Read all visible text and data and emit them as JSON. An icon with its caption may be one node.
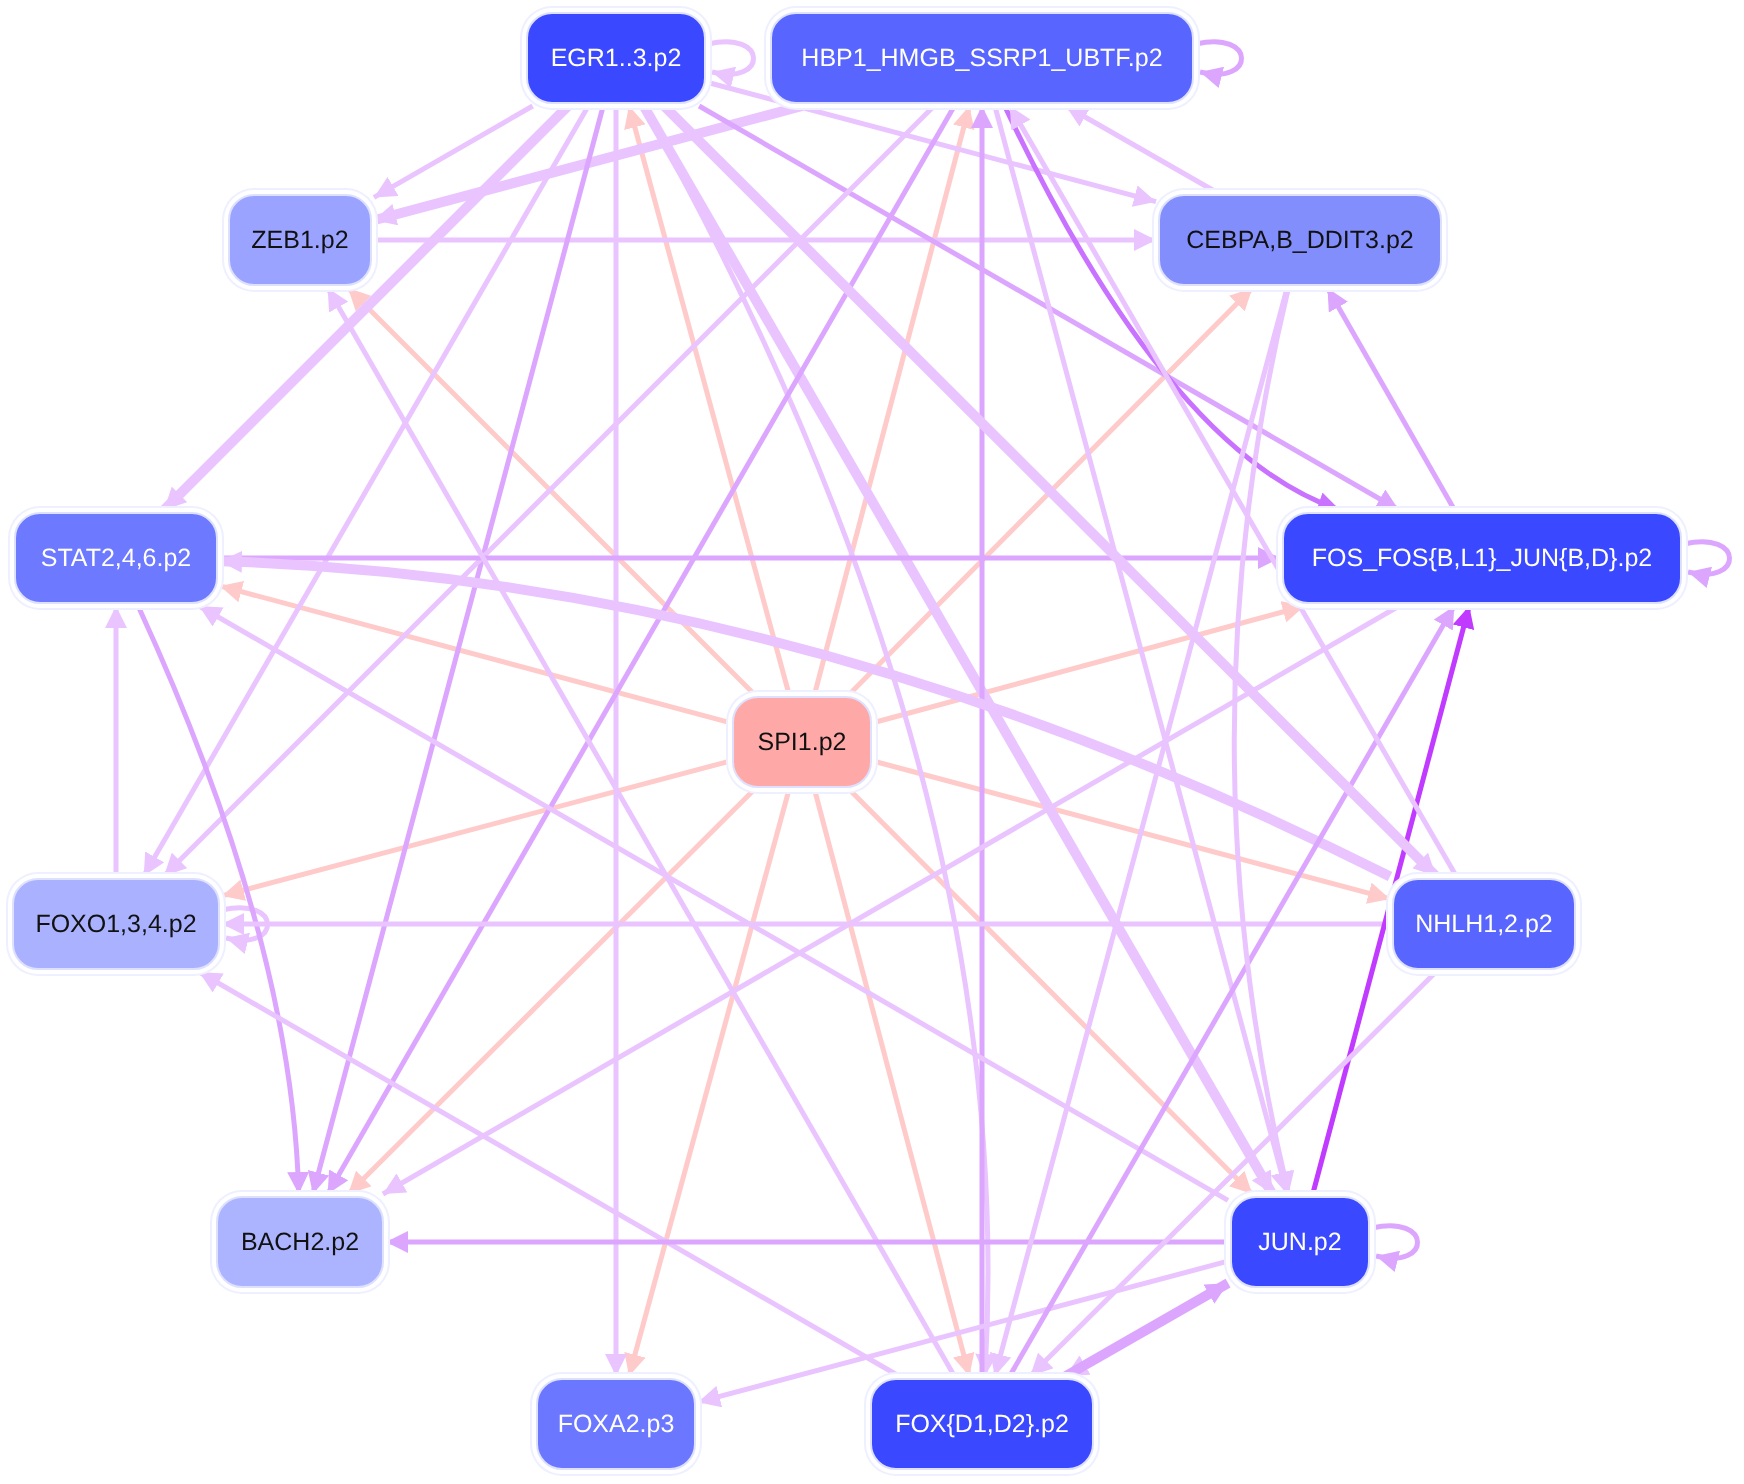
{
  "diagram": {
    "nodes": [
      {
        "text": [
          "EGR1..3.p2"
        ]
      },
      {
        "text": [
          "HBP1_HMGB_SSRP1_UBTF.p2"
        ]
      },
      {
        "text": [
          "ZEB1.p2"
        ]
      },
      {
        "text": [
          "CEBPA,B_DDIT3.p2"
        ]
      },
      {
        "text": [
          "STAT2,4,6.p2"
        ]
      },
      {
        "text": [
          "FOS_FOS{B,L1}_JUN{B,D}.p2"
        ]
      },
      {
        "text": [
          "SPI1.p2"
        ]
      },
      {
        "text": [
          "FOXO1,3,4.p2"
        ]
      },
      {
        "text": [
          "NHLH1,2.p2"
        ]
      },
      {
        "text": [
          "BACH2.p2"
        ]
      },
      {
        "text": [
          "JUN.p2"
        ]
      },
      {
        "text": [
          "FOXA2.p3"
        ]
      },
      {
        "text": [
          "FOX{D1,D2}.p2"
        ]
      }
    ],
    "edges": [
      {
        "from": 6,
        "to": 2,
        "arrow": "to",
        "color": "#ffcaca"
      },
      {
        "from": 6,
        "to": 0,
        "arrow": "to",
        "color": "#ffcaca"
      },
      {
        "from": 6,
        "to": 1,
        "arrow": "to",
        "color": "#ffcaca"
      },
      {
        "from": 6,
        "to": 3,
        "arrow": "to",
        "color": "#ffcaca"
      },
      {
        "from": 6,
        "to": 4,
        "arrow": "to",
        "color": "#ffcaca"
      },
      {
        "from": 6,
        "to": 5,
        "arrow": "to",
        "color": "#ffcaca"
      },
      {
        "from": 6,
        "to": 7,
        "arrow": "to",
        "color": "#ffcaca"
      },
      {
        "from": 6,
        "to": 8,
        "arrow": "to",
        "color": "#ffcaca"
      },
      {
        "from": 6,
        "to": 9,
        "arrow": "to",
        "color": "#ffcaca"
      },
      {
        "from": 6,
        "to": 10,
        "arrow": "to",
        "color": "#ffcaca"
      },
      {
        "from": 6,
        "to": 11,
        "arrow": "to",
        "color": "#ffcaca"
      },
      {
        "from": 6,
        "to": 12,
        "arrow": "to",
        "color": "#ffcaca"
      },
      {
        "from": 0,
        "to": 0,
        "arrow": "to"
      },
      {
        "from": 1,
        "to": 1,
        "arrow": "to",
        "color": "#dca6ff"
      },
      {
        "from": 5,
        "to": 5,
        "arrow": "to",
        "color": "#dca6ff"
      },
      {
        "from": 7,
        "to": 7,
        "arrow": "to"
      },
      {
        "from": 10,
        "to": 10,
        "arrow": "to",
        "color": "#dca6ff"
      },
      {
        "from": 0,
        "to": 2,
        "arrow": "to"
      },
      {
        "from": 1,
        "to": 2,
        "arrow": "to",
        "style": "thick"
      },
      {
        "from": 2,
        "to": 3,
        "arrow": "to"
      },
      {
        "from": 0,
        "to": 4,
        "arrow": "to",
        "style": "thick"
      },
      {
        "from": 0,
        "to": 3,
        "arrow": "to"
      },
      {
        "from": 0,
        "to": 5,
        "arrow": "to",
        "color": "#dca6ff"
      },
      {
        "from": 0,
        "to": 7,
        "arrow": "to"
      },
      {
        "from": 0,
        "to": 9,
        "arrow": "to",
        "color": "#dca6ff"
      },
      {
        "from": 0,
        "to": 11,
        "arrow": "to"
      },
      {
        "from": 0,
        "to": 10,
        "arrow": "to",
        "style": "thick"
      },
      {
        "from": 0,
        "to": 12,
        "arrow": "to"
      },
      {
        "from": 1,
        "to": 5,
        "arrow": "to",
        "color": "#c872ff"
      },
      {
        "from": 3,
        "to": 1,
        "arrow": "to"
      },
      {
        "from": 5,
        "to": 3,
        "arrow": "to",
        "color": "#dca6ff"
      },
      {
        "from": 1,
        "to": 7,
        "arrow": "to"
      },
      {
        "from": 1,
        "to": 9,
        "arrow": "to",
        "color": "#dca6ff"
      },
      {
        "from": 12,
        "to": 1,
        "arrow": "to",
        "color": "#dca6ff"
      },
      {
        "from": 1,
        "to": 10,
        "arrow": "to"
      },
      {
        "from": 4,
        "to": 5,
        "arrow": "to",
        "color": "#dca6ff"
      },
      {
        "from": 8,
        "to": 4,
        "arrow": "to",
        "style": "thick"
      },
      {
        "from": 7,
        "to": 4,
        "arrow": "to"
      },
      {
        "from": 4,
        "to": 9,
        "arrow": "to",
        "color": "#dca6ff"
      },
      {
        "from": 10,
        "to": 4,
        "arrow": "to"
      },
      {
        "from": 8,
        "to": 7,
        "arrow": "to"
      },
      {
        "from": 12,
        "to": 7,
        "arrow": "to"
      },
      {
        "from": 12,
        "to": 2,
        "arrow": "to"
      },
      {
        "from": 10,
        "to": 9,
        "arrow": "to",
        "color": "#dca6ff"
      },
      {
        "from": 10,
        "to": 11,
        "arrow": "to"
      },
      {
        "from": 10,
        "to": 5,
        "arrow": "to",
        "color": "#c03aff"
      },
      {
        "from": 12,
        "to": 5,
        "arrow": "to",
        "color": "#dca6ff"
      },
      {
        "from": 10,
        "to": 12,
        "arrow": "to"
      },
      {
        "from": 12,
        "to": 10,
        "arrow": "to",
        "color": "#dca6ff",
        "style": "thick"
      },
      {
        "from": 8,
        "to": 12,
        "arrow": "to"
      },
      {
        "from": 3,
        "to": 12,
        "arrow": "to"
      },
      {
        "from": 3,
        "to": 10,
        "arrow": "to"
      },
      {
        "from": 5,
        "to": 9,
        "arrow": "to"
      },
      {
        "from": 8,
        "to": 1,
        "arrow": "to"
      },
      {
        "from": 0,
        "to": 8,
        "arrow": "to",
        "style": "thick"
      }
    ]
  }
}
